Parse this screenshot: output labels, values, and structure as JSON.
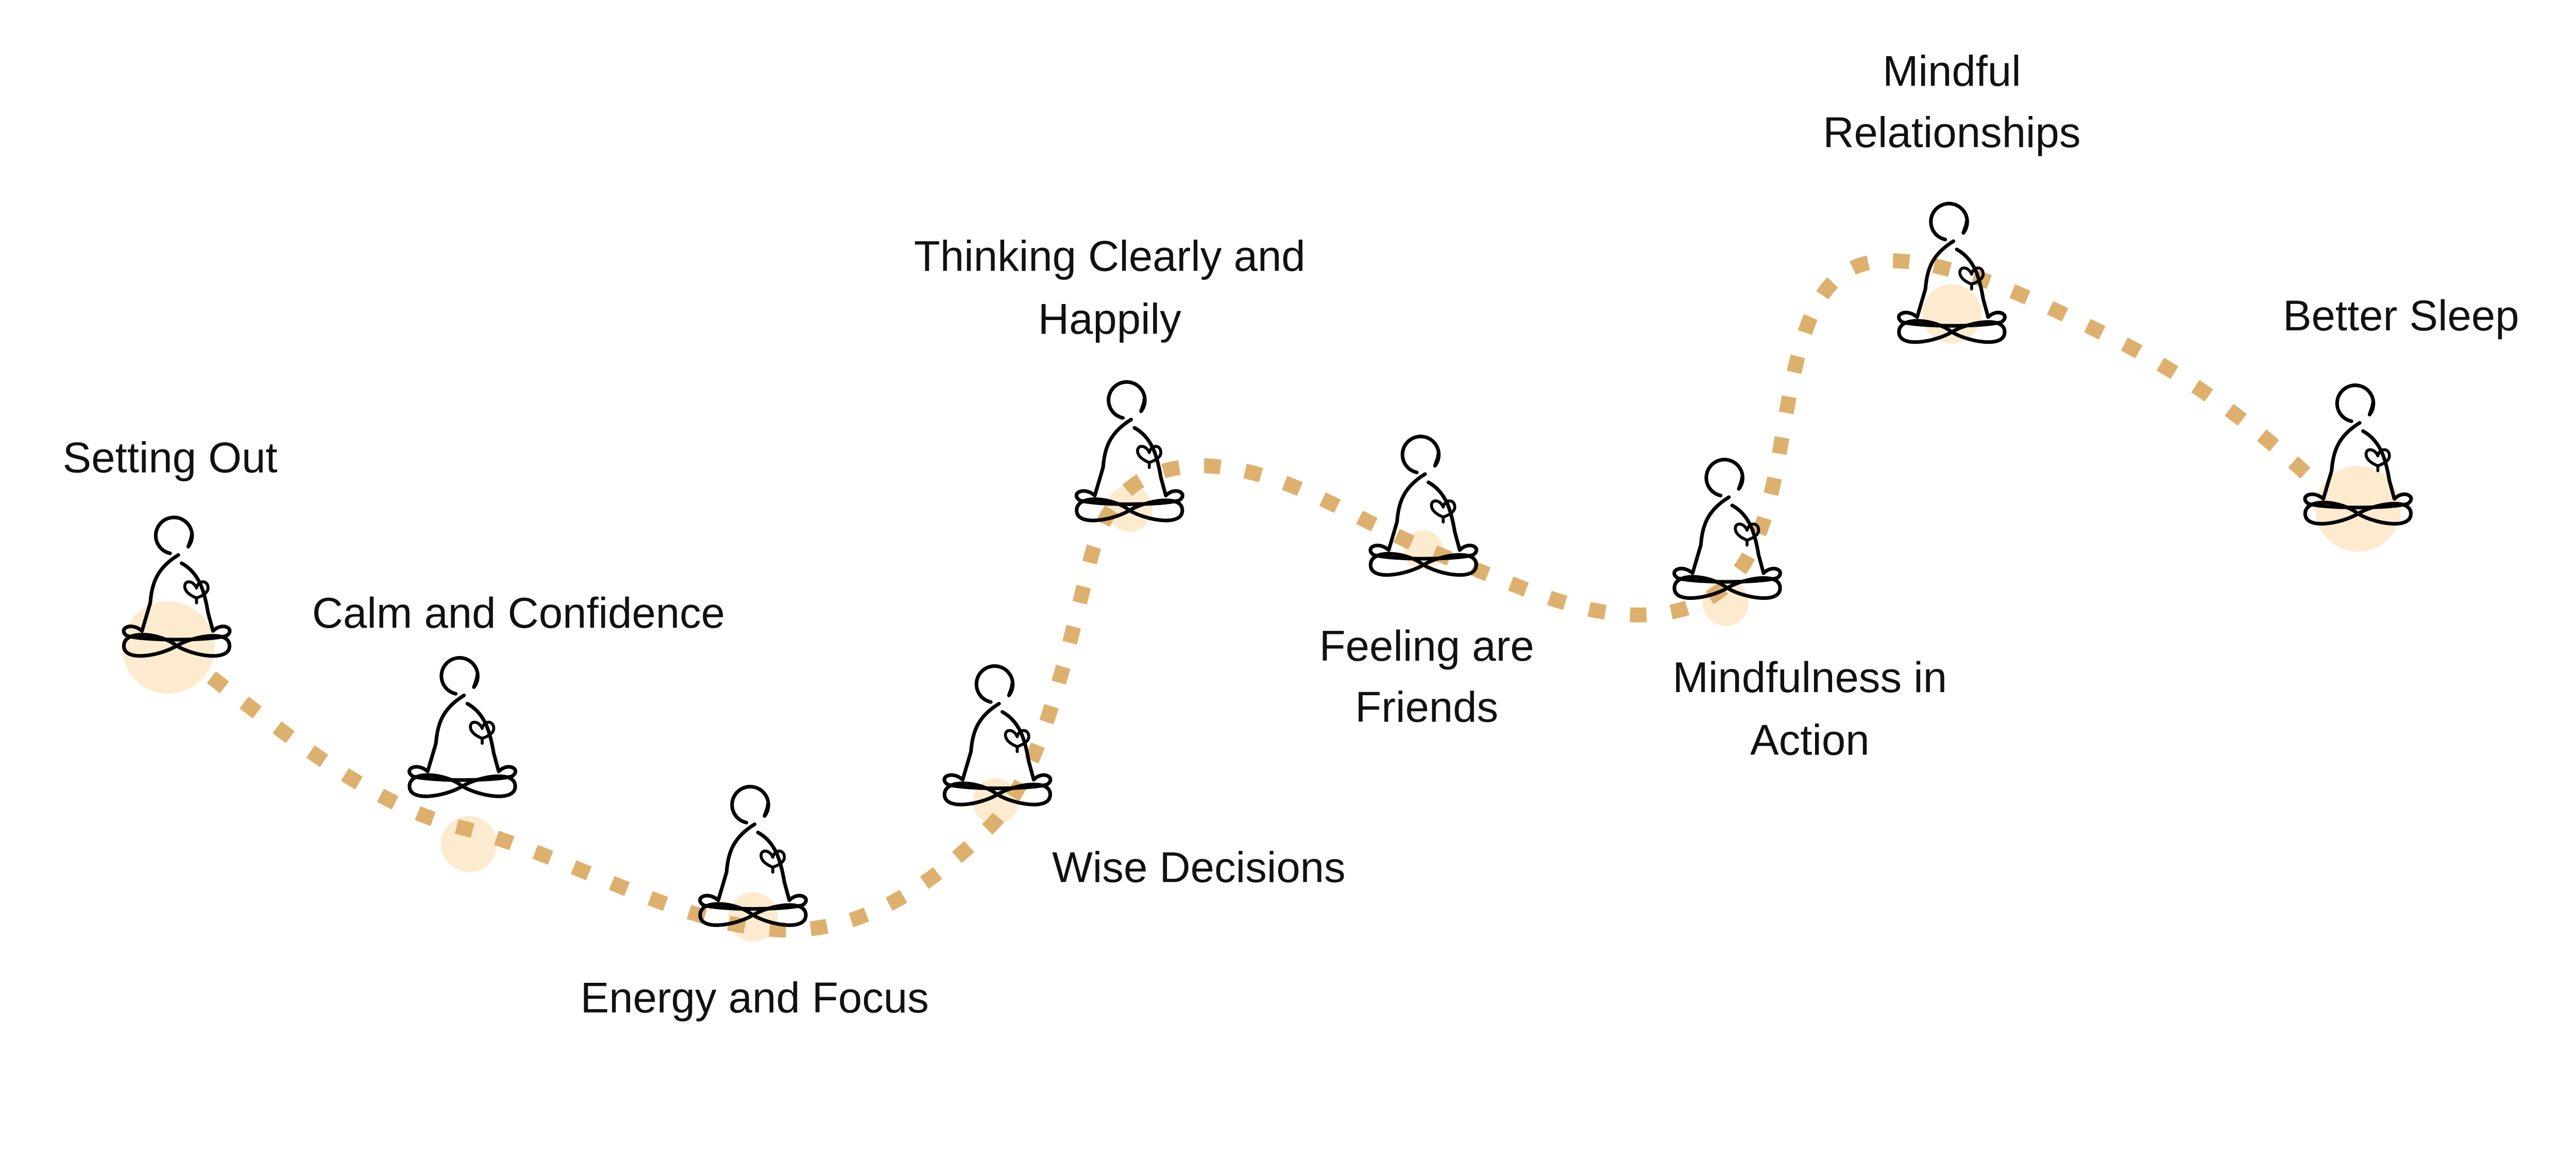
{
  "colors": {
    "path": "#DDB06E",
    "halo": "#FDEBD0",
    "figure": "#000000"
  },
  "milestones": [
    {
      "lines": [
        "Setting Out"
      ]
    },
    {
      "lines": [
        "Calm and Confidence"
      ]
    },
    {
      "lines": [
        "Energy and Focus"
      ]
    },
    {
      "lines": [
        "Wise Decisions"
      ]
    },
    {
      "lines": [
        "Thinking Clearly and",
        "Happily"
      ]
    },
    {
      "lines": [
        "Feeling are",
        "Friends"
      ]
    },
    {
      "lines": [
        "Mindfulness in",
        "Action"
      ]
    },
    {
      "lines": [
        "Mindful",
        "Relationships"
      ]
    },
    {
      "lines": [
        "Better Sleep"
      ]
    }
  ],
  "icons": {
    "figure": "meditating-figure-icon"
  }
}
